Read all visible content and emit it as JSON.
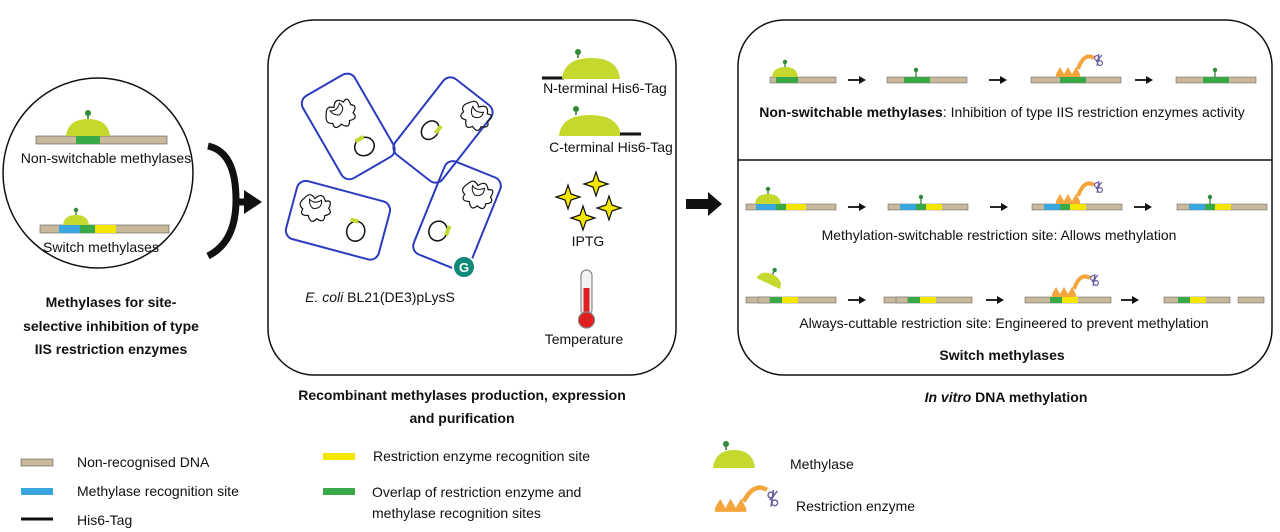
{
  "colors": {
    "dna": "#c9b99c",
    "methylase_site": "#3aa6e0",
    "restriction_site": "#f5e600",
    "overlap_site": "#39a846",
    "methylase": "#c4d82e",
    "enzyme": "#f4a53c",
    "cell_outline": "#2b3bbf"
  },
  "left": {
    "non_switchable_label": "Non-switchable methylases",
    "switch_label": "Switch methylases",
    "caption_line1": "Methylases for site-",
    "caption_line2": "selective inhibition of type",
    "caption_line3": "IIS restriction enzymes"
  },
  "middle": {
    "strain_italic": "E. coli",
    "strain_rest": " BL21(DE3)pLysS",
    "n_tag_label": "N-terminal His6-Tag",
    "c_tag_label": "C-terminal His6-Tag",
    "iptg_label": "IPTG",
    "temperature_label": "Temperature",
    "badge_letter": "G",
    "caption_line1": "Recombinant methylases production, expression",
    "caption_line2": "and purification"
  },
  "right": {
    "row1_bold": "Non-switchable methylases",
    "row1_rest": ": Inhibition of type IIS restriction enzymes activity",
    "row2_text": "Methylation-switchable restriction site: Allows methylation",
    "row3_text": "Always-cuttable restriction site: Engineered to prevent methylation",
    "switch_label": "Switch methylases",
    "caption_italic": "In vitro",
    "caption_rest": " DNA methylation"
  },
  "legend": {
    "non_recognised": "Non-recognised DNA",
    "methylase_site": "Methylase recognition site",
    "his_tag": "His6-Tag",
    "restriction_site": "Restriction enzyme recognition site",
    "overlap_line1": "Overlap of restriction enzyme and",
    "overlap_line2": "methylase recognition sites",
    "methylase": "Methylase",
    "restriction_enzyme": "Restriction enzyme"
  }
}
